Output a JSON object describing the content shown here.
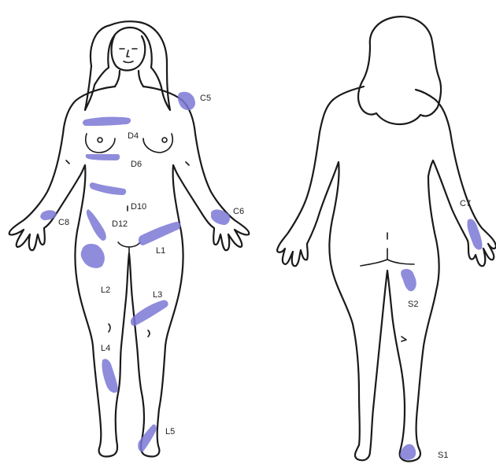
{
  "colors": {
    "dermatome": "#7b78d6",
    "ink": "#1a1a1a",
    "background": "#ffffff"
  },
  "labels": {
    "c5": "C5",
    "d4": "D4",
    "d6": "D6",
    "d10": "D10",
    "d12": "D12",
    "c6": "C6",
    "c8": "C8",
    "l1": "L1",
    "l2": "L2",
    "l3": "L3",
    "l4": "L4",
    "l5": "L5",
    "c7": "C7",
    "s2": "S2",
    "s1": "S1"
  }
}
